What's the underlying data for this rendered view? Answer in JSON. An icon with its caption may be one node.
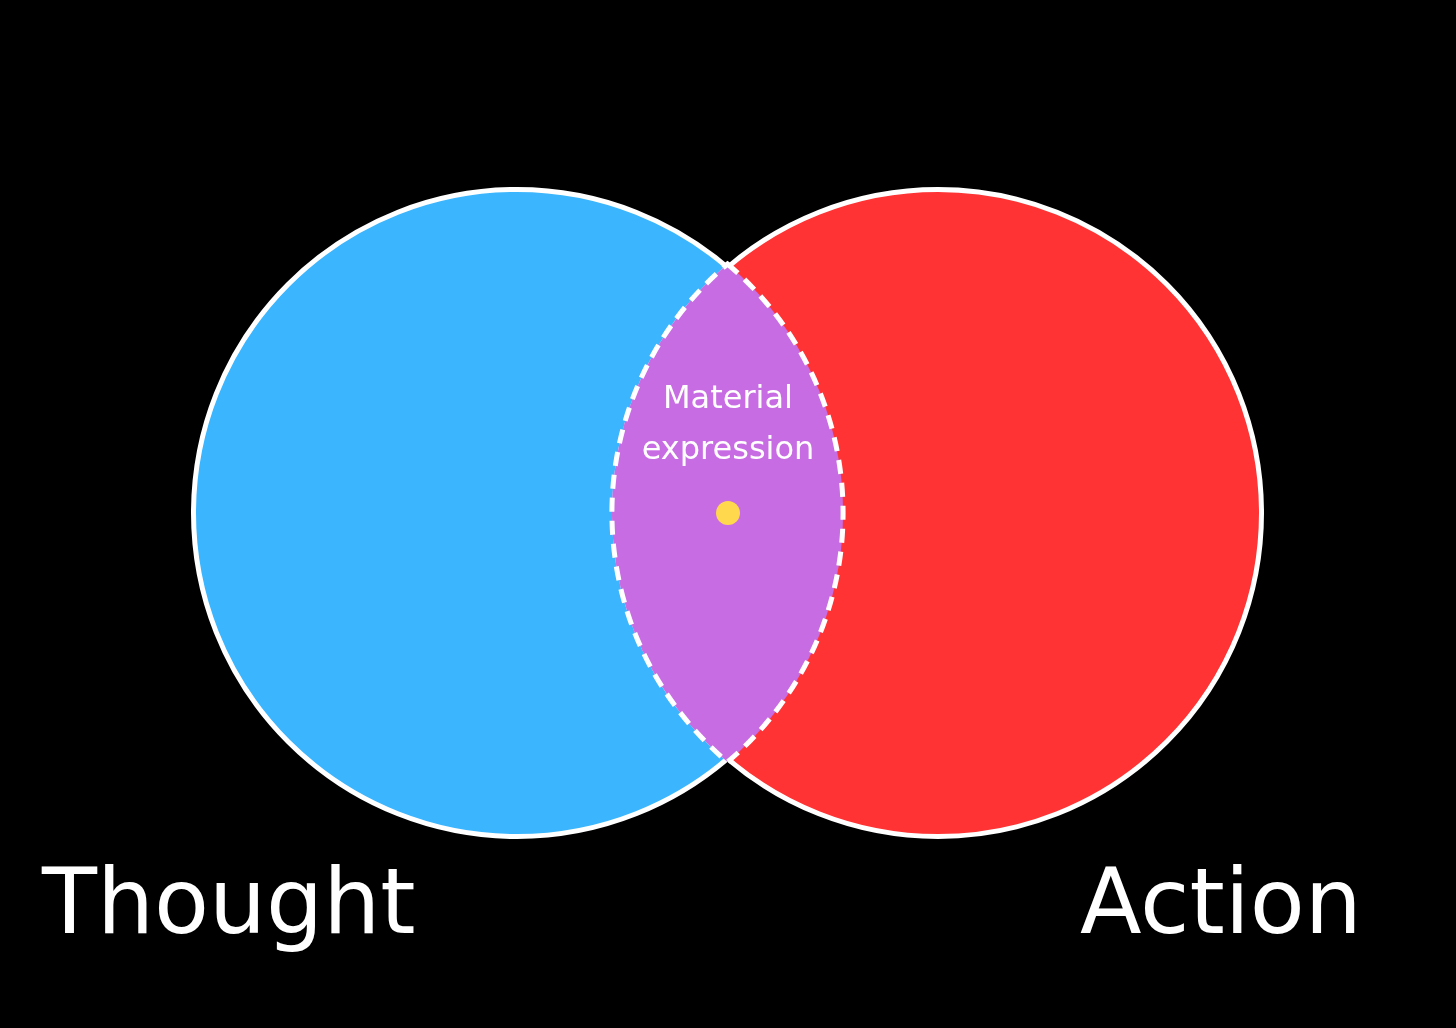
{
  "diagram": {
    "nodes": [
      {
        "text": [
          "Thought"
        ]
      },
      {
        "text": [
          "Action"
        ]
      },
      {
        "text": [
          "Material expression"
        ]
      },
      {
        "text": [],
        "shape": "circle",
        "in": 2
      }
    ]
  }
}
